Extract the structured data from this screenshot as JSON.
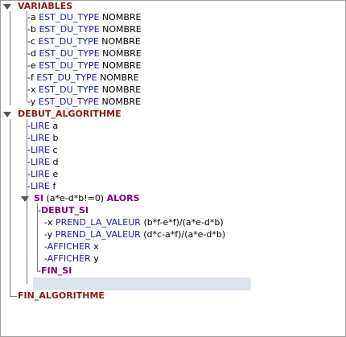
{
  "variables": {
    "header": "VARIABLES",
    "items": [
      {
        "name": "a",
        "keyword": "EST_DU_TYPE",
        "type": "NOMBRE"
      },
      {
        "name": "b",
        "keyword": "EST_DU_TYPE",
        "type": "NOMBRE"
      },
      {
        "name": "c",
        "keyword": "EST_DU_TYPE",
        "type": "NOMBRE"
      },
      {
        "name": "d",
        "keyword": "EST_DU_TYPE",
        "type": "NOMBRE"
      },
      {
        "name": "e",
        "keyword": "EST_DU_TYPE",
        "type": "NOMBRE"
      },
      {
        "name": "f",
        "keyword": "EST_DU_TYPE",
        "type": "NOMBRE"
      },
      {
        "name": "x",
        "keyword": "EST_DU_TYPE",
        "type": "NOMBRE"
      },
      {
        "name": "y",
        "keyword": "EST_DU_TYPE",
        "type": "NOMBRE"
      }
    ]
  },
  "algorithm": {
    "header": "DEBUT_ALGORITHME",
    "reads": [
      {
        "keyword": "LIRE",
        "var": "a"
      },
      {
        "keyword": "LIRE",
        "var": "b"
      },
      {
        "keyword": "LIRE",
        "var": "c"
      },
      {
        "keyword": "LIRE",
        "var": "d"
      },
      {
        "keyword": "LIRE",
        "var": "e"
      },
      {
        "keyword": "LIRE",
        "var": "f"
      }
    ],
    "if_block": {
      "keyword": "SI",
      "condition": "(a*e-d*b!=0)",
      "then": "ALORS",
      "begin": "DEBUT_SI",
      "assign_x": {
        "var": "x",
        "keyword": "PREND_LA_VALEUR",
        "expr": "(b*f-e*f)/(a*e-d*b)"
      },
      "assign_y": {
        "var": "y",
        "keyword": "PREND_LA_VALEUR",
        "expr": "(d*c-a*f)/(a*e-d*b)"
      },
      "print_x": {
        "keyword": "AFFICHER",
        "var": "x"
      },
      "print_y": {
        "keyword": "AFFICHER",
        "var": "y"
      },
      "end": "FIN_SI"
    },
    "footer": "FIN_ALGORITHME"
  },
  "colors": {
    "keyword_blue": "#1a1aa6",
    "section_red": "#8b1a1a",
    "control_purple": "#800080",
    "selection": "#dde3ec"
  }
}
